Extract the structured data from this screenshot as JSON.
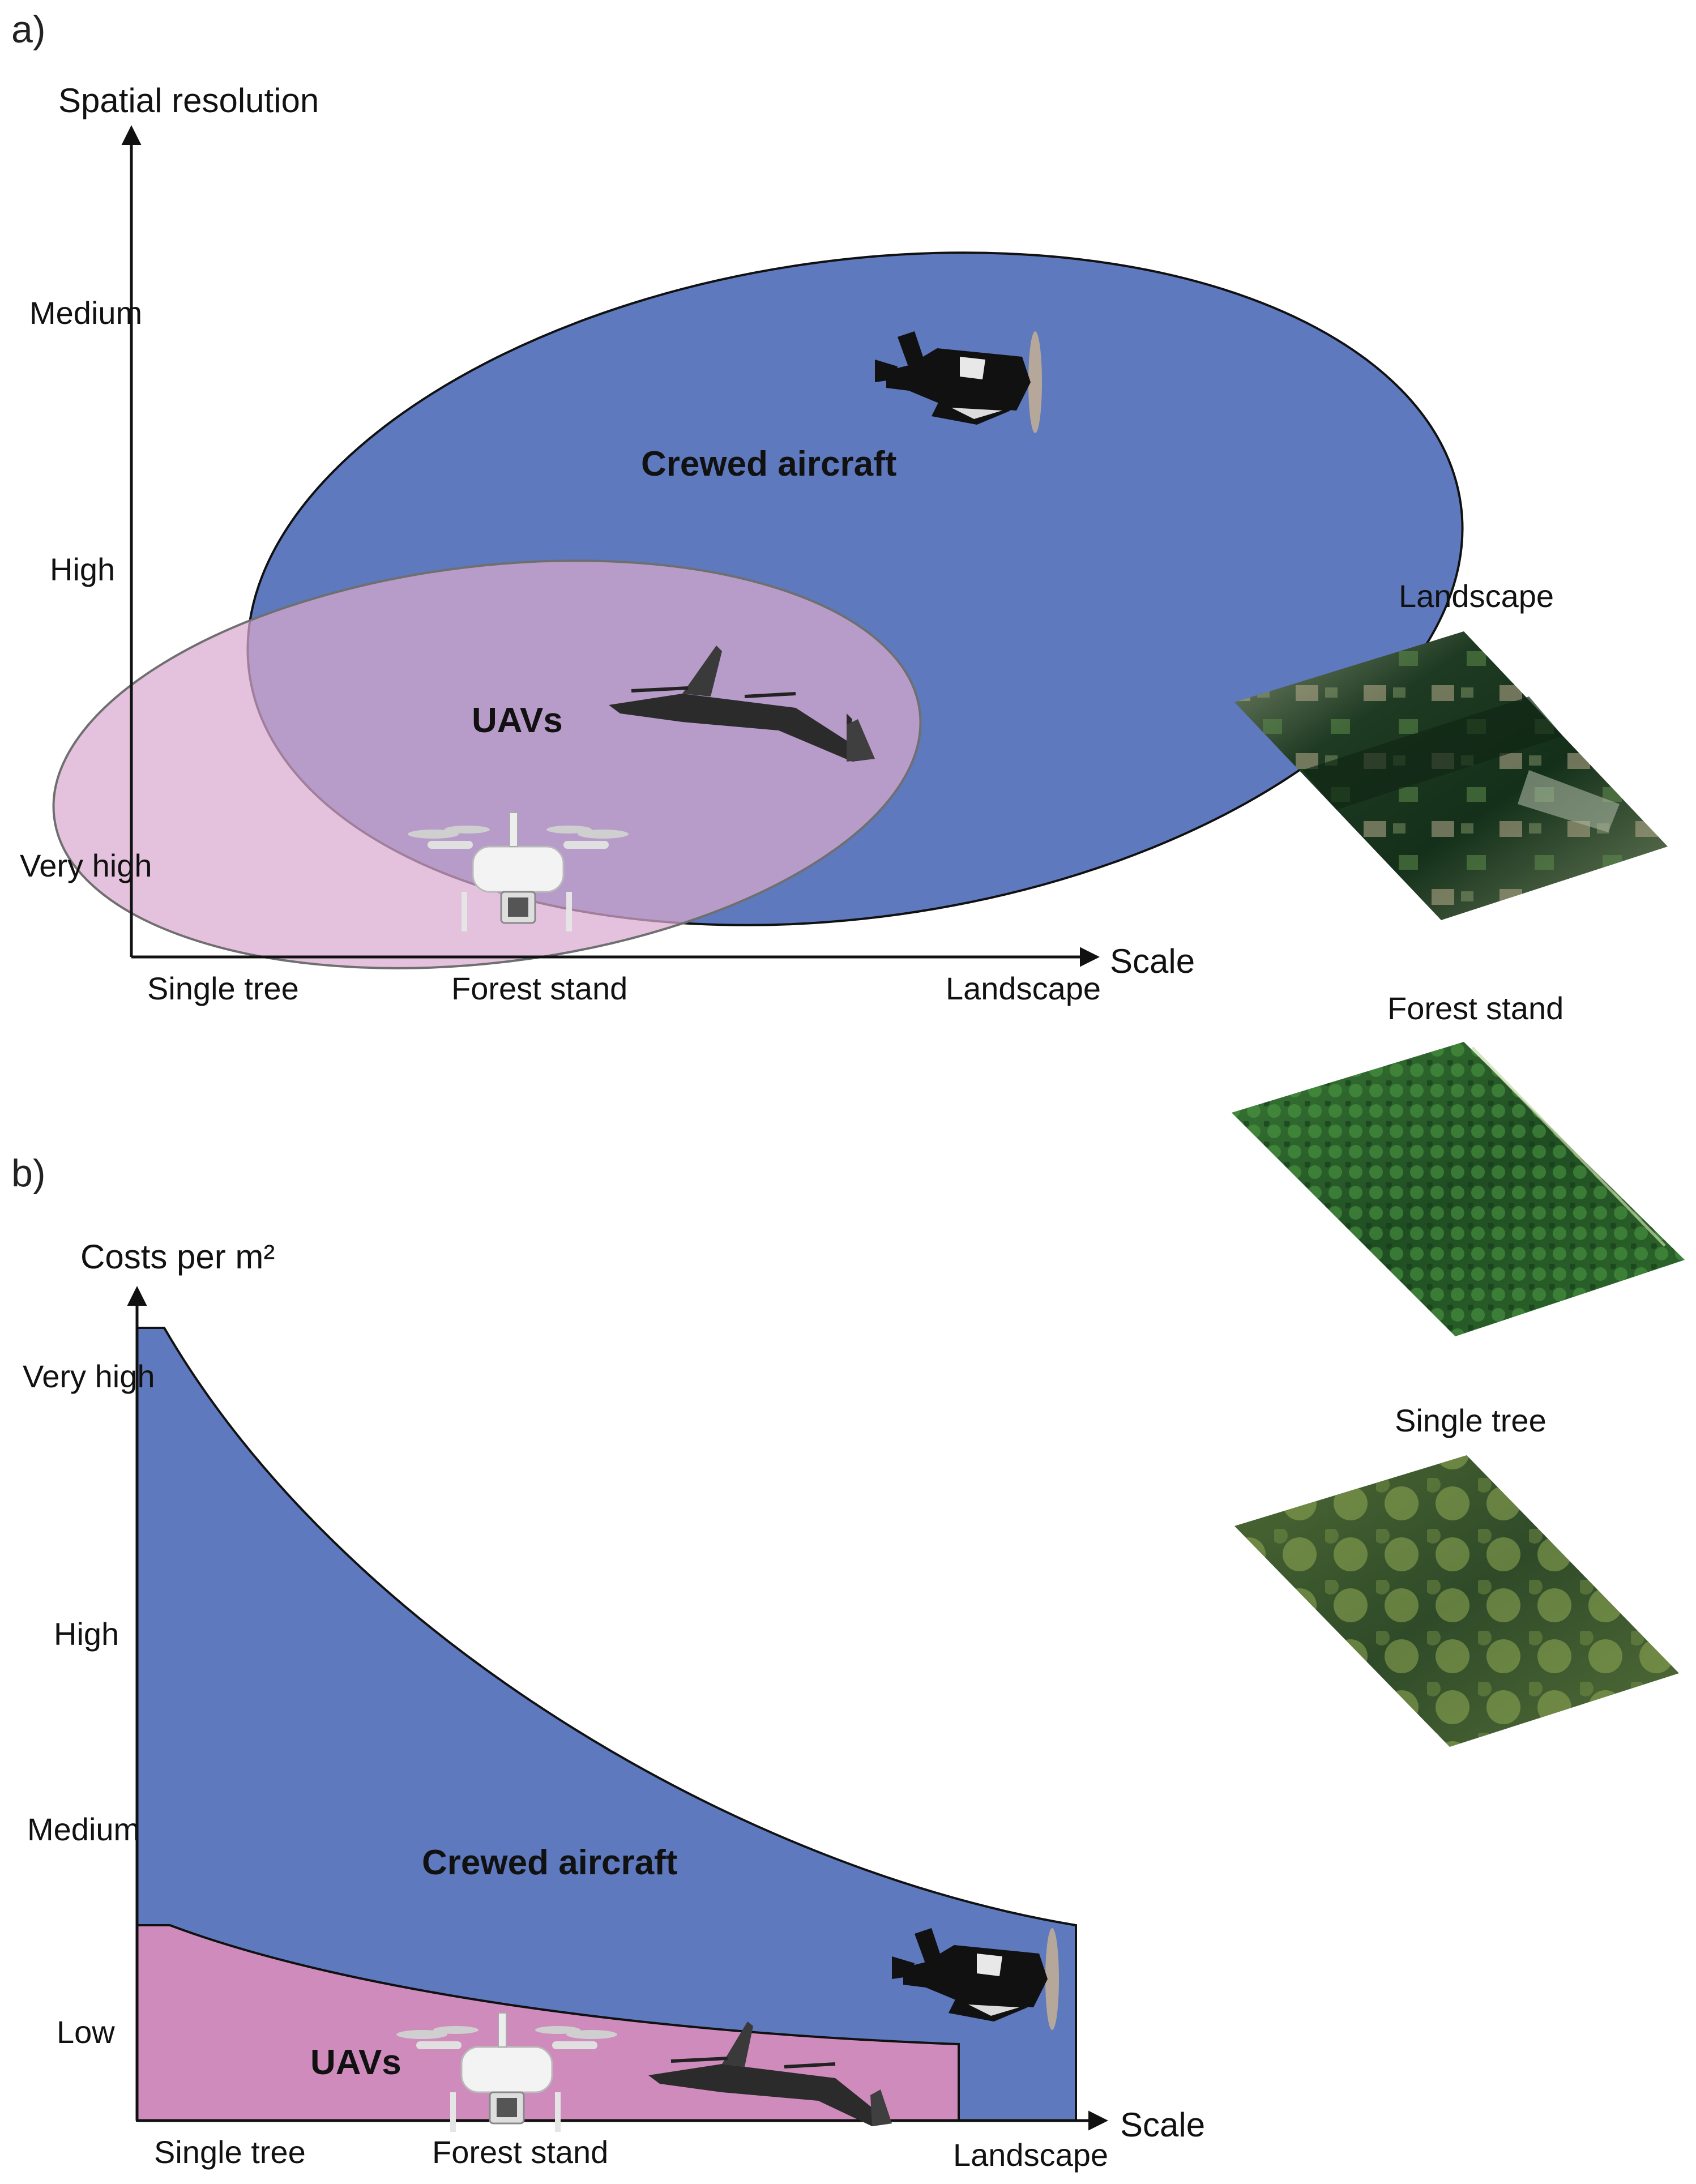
{
  "panel_a": {
    "label": "a)",
    "y_axis_title": "Spatial resolution",
    "x_axis_title": "Scale",
    "y_ticks": [
      "Medium",
      "High",
      "Very high"
    ],
    "x_ticks": [
      "Single tree",
      "Forest stand",
      "Landscape"
    ],
    "regions": {
      "crewed": {
        "label": "Crewed aircraft",
        "color": "#5e79bd"
      },
      "uav": {
        "label": "UAVs",
        "color": "#d9a9cf"
      }
    }
  },
  "panel_b": {
    "label": "b)",
    "y_axis_title": "Costs per m²",
    "x_axis_title": "Scale",
    "y_ticks": [
      "Very high",
      "High",
      "Medium",
      "Low"
    ],
    "x_ticks": [
      "Single tree",
      "Forest stand",
      "Landscape"
    ],
    "regions": {
      "crewed": {
        "label": "Crewed aircraft",
        "color": "#5e79bd"
      },
      "uav": {
        "label": "UAVs",
        "color": "#d08bbd"
      }
    }
  },
  "thumbnails": [
    {
      "label": "Landscape",
      "icon": "landscape-aerial-image"
    },
    {
      "label": "Forest stand",
      "icon": "forest-stand-aerial-image"
    },
    {
      "label": "Single tree",
      "icon": "single-tree-aerial-image"
    }
  ],
  "icons": [
    "propeller-airplane-icon",
    "fixed-wing-vtol-drone-icon",
    "quadcopter-drone-icon"
  ]
}
